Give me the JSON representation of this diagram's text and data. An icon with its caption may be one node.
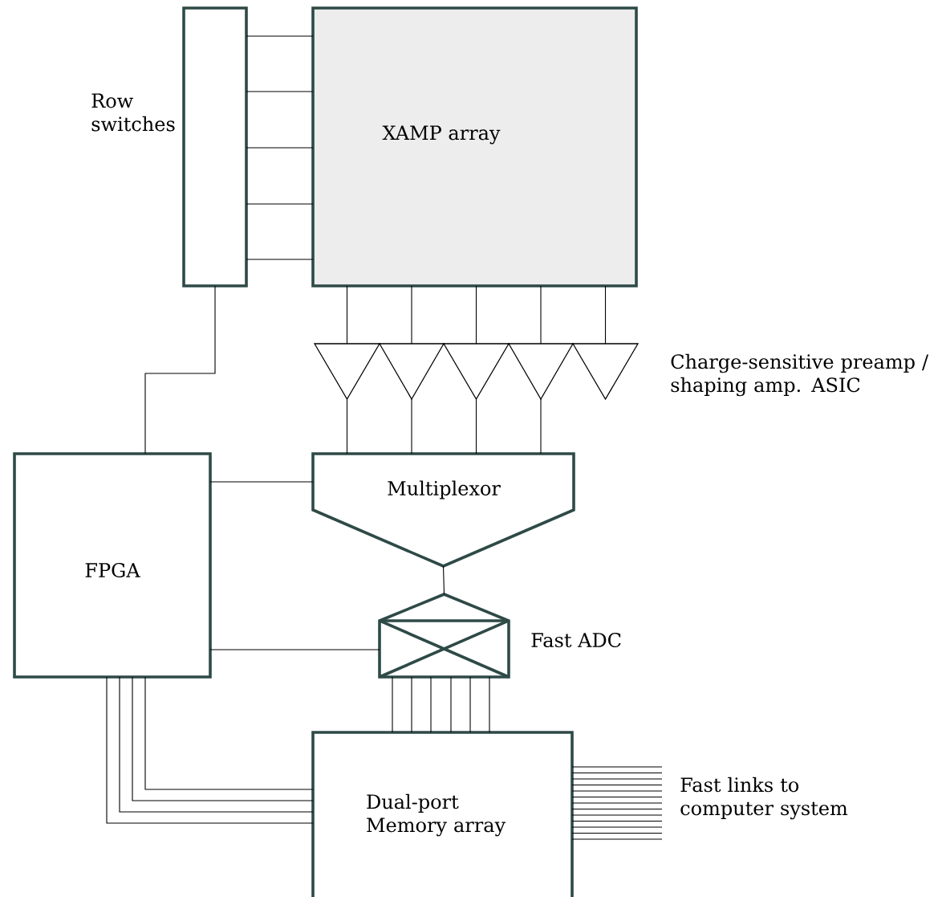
{
  "diagram": {
    "nodes": [
      {
        "text": [
          "Row switches"
        ]
      },
      {
        "text": [
          "XAMP array"
        ]
      },
      {
        "text": [],
        "shape": "triangle"
      },
      {
        "text": [],
        "shape": "triangle"
      },
      {
        "text": [],
        "shape": "triangle"
      },
      {
        "text": [],
        "shape": "triangle"
      },
      {
        "text": [],
        "shape": "triangle"
      },
      {
        "text": [
          "Multiplexor"
        ]
      },
      {
        "text": [
          "FPGA"
        ]
      },
      {
        "text": [
          "Fast ADC"
        ]
      },
      {
        "text": [
          "Dual-port Memory array"
        ]
      }
    ],
    "edges": [
      {
        "from": 0,
        "to": 1,
        "arrow": "none"
      },
      {
        "from": 0,
        "to": 1,
        "arrow": "none"
      },
      {
        "from": 0,
        "to": 1,
        "arrow": "none"
      },
      {
        "from": 0,
        "to": 1,
        "arrow": "none"
      },
      {
        "from": 0,
        "to": 1,
        "arrow": "none"
      },
      {
        "from": 1,
        "to": 2,
        "arrow": "none"
      },
      {
        "from": 1,
        "to": 3,
        "arrow": "none"
      },
      {
        "from": 1,
        "to": 4,
        "arrow": "none"
      },
      {
        "from": 1,
        "to": 5,
        "arrow": "none"
      },
      {
        "from": 1,
        "to": 6,
        "arrow": "none"
      },
      {
        "from": 2,
        "to": 7,
        "arrow": "none"
      },
      {
        "from": 3,
        "to": 7,
        "arrow": "none"
      },
      {
        "from": 4,
        "to": 7,
        "arrow": "none"
      },
      {
        "from": 5,
        "to": 7,
        "arrow": "none"
      },
      {
        "from": 0,
        "to": 8,
        "arrow": "none"
      },
      {
        "from": 8,
        "to": 7,
        "arrow": "none"
      },
      {
        "from": 7,
        "to": 9,
        "arrow": "none"
      },
      {
        "from": 8,
        "to": 9,
        "arrow": "none"
      },
      {
        "from": 9,
        "to": 10,
        "arrow": "none"
      },
      {
        "from": 9,
        "to": 10,
        "arrow": "none"
      },
      {
        "from": 9,
        "to": 10,
        "arrow": "none"
      },
      {
        "from": 9,
        "to": 10,
        "arrow": "none"
      },
      {
        "from": 9,
        "to": 10,
        "arrow": "none"
      },
      {
        "from": 9,
        "to": 10,
        "arrow": "none"
      },
      {
        "from": 8,
        "to": 10,
        "arrow": "none"
      },
      {
        "from": 8,
        "to": 10,
        "arrow": "none"
      },
      {
        "from": 8,
        "to": 10,
        "arrow": "none"
      },
      {
        "from": 8,
        "to": 10,
        "arrow": "none"
      },
      {
        "from": 10,
        "to": null,
        "arrow": "none"
      },
      {
        "from": 10,
        "to": null,
        "arrow": "none"
      },
      {
        "from": 10,
        "to": null,
        "arrow": "none"
      },
      {
        "from": 10,
        "to": null,
        "arrow": "none"
      },
      {
        "from": 10,
        "to": null,
        "arrow": "none"
      },
      {
        "from": 10,
        "to": null,
        "arrow": "none"
      },
      {
        "from": 10,
        "to": null,
        "arrow": "none"
      },
      {
        "from": 10,
        "to": null,
        "arrow": "none"
      },
      {
        "from": 10,
        "to": null,
        "arrow": "none"
      },
      {
        "from": 10,
        "to": null,
        "arrow": "none"
      },
      {
        "from": 10,
        "to": null,
        "arrow": "none"
      },
      {
        "from": 10,
        "to": null,
        "arrow": "none"
      },
      {
        "from": 10,
        "to": null,
        "arrow": "none"
      }
    ],
    "labels": [
      "Charge-sensitive preamp / shaping amp. ASIC",
      "Fast links to computer system"
    ]
  }
}
